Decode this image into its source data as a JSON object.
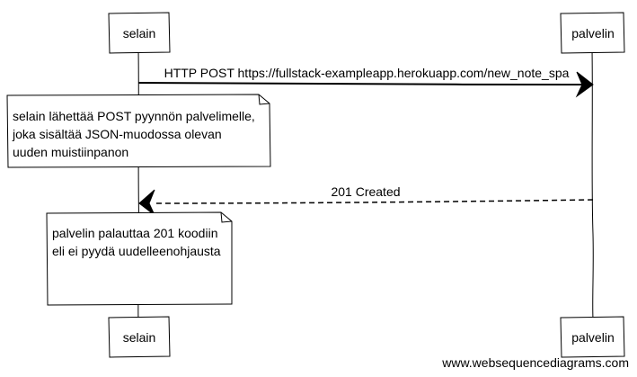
{
  "diagram": {
    "participants": [
      {
        "id": "browser",
        "label": "selain"
      },
      {
        "id": "server",
        "label": "palvelin"
      }
    ],
    "messages": [
      {
        "from": "browser",
        "to": "server",
        "style": "solid",
        "label": "HTTP POST https://fullstack-exampleapp.herokuapp.com/new_note_spa"
      },
      {
        "from": "server",
        "to": "browser",
        "style": "dashed",
        "label": "201 Created"
      }
    ],
    "notes": [
      {
        "over": "browser",
        "lines": [
          "selain lähettää POST pyynnön palvelimelle,",
          "joka sisältää JSON-muodossa olevan",
          "uuden muistiinpanon"
        ]
      },
      {
        "over": "browser",
        "lines": [
          "palvelin palauttaa 201 koodiin",
          "eli ei pyydä uudelleenohjausta"
        ]
      }
    ],
    "watermark": "www.websequencediagrams.com"
  }
}
